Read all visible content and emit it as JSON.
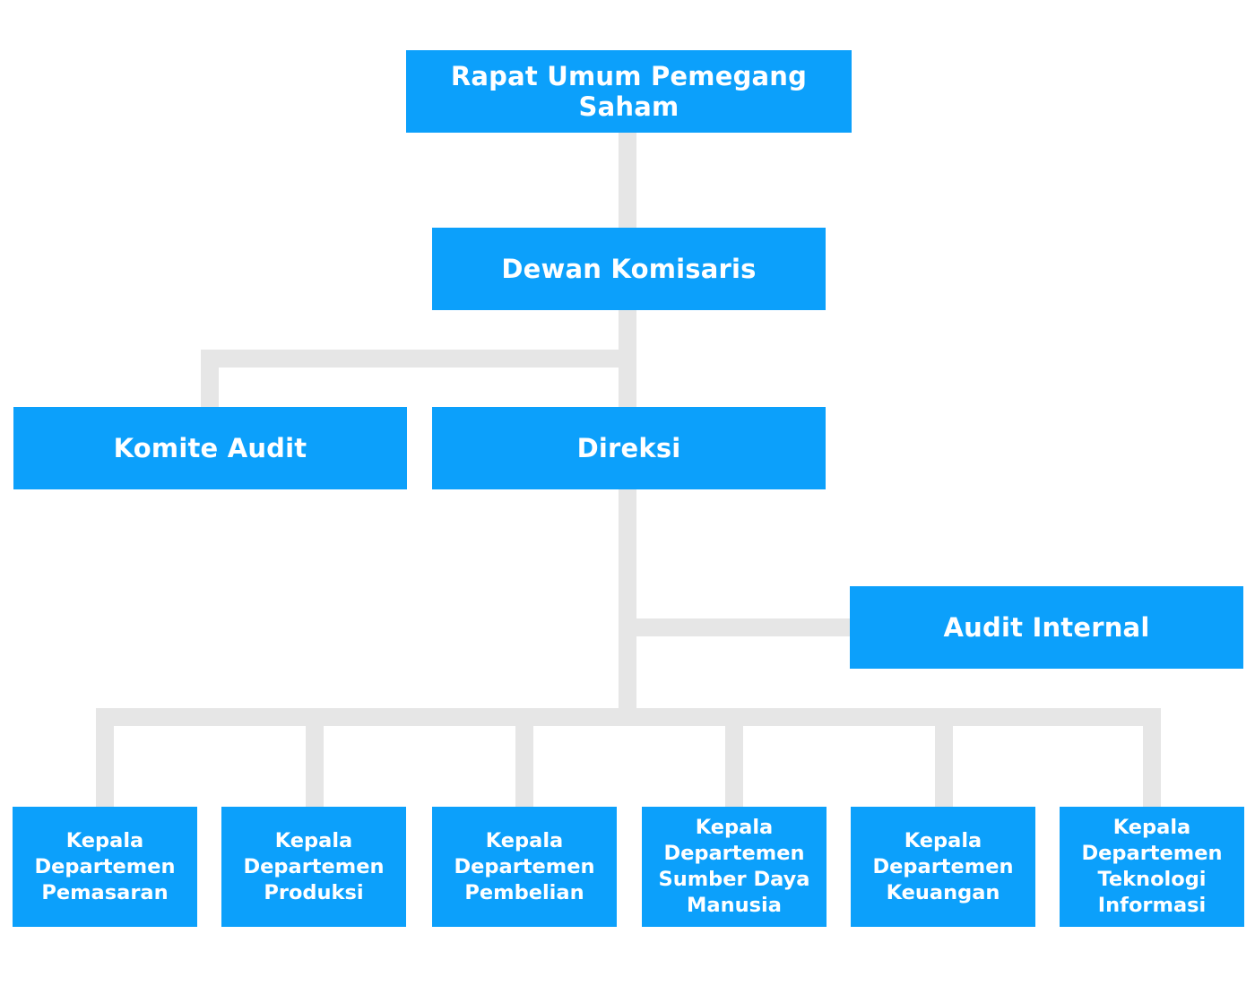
{
  "org_chart": {
    "rups": "Rapat Umum Pemegang Saham",
    "dewan_komisaris": "Dewan Komisaris",
    "komite_audit": "Komite Audit",
    "direksi": "Direksi",
    "audit_internal": "Audit Internal",
    "departments": {
      "pemasaran": "Kepala\nDepartemen\nPemasaran",
      "produksi": "Kepala\nDepartemen\nProduksi",
      "pembelian": "Kepala\nDepartemen\nPembelian",
      "sdm": "Kepala\nDepartemen\nSumber Daya\nManusia",
      "keuangan": "Kepala\nDepartemen\nKeuangan",
      "ti": "Kepala\nDepartemen\nTeknologi\nInformasi"
    }
  },
  "colors": {
    "box": "#0ca0fb",
    "connector": "#e6e6e6",
    "text": "#ffffff"
  }
}
